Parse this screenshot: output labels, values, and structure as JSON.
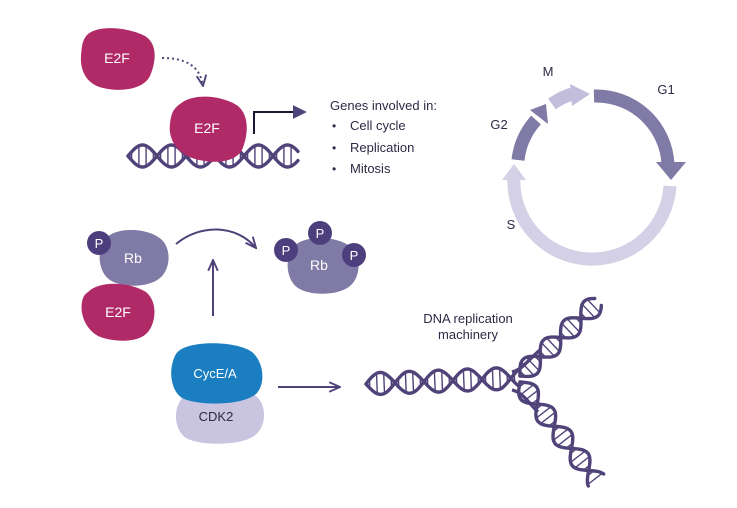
{
  "top": {
    "e2f_free": "E2F",
    "e2f_bound": "E2F",
    "genes_heading": "Genes involved in:",
    "genes": [
      "Cell cycle",
      "Replication",
      "Mitosis"
    ]
  },
  "cycle": {
    "phases": {
      "m": "M",
      "g1": "G1",
      "g2": "G2",
      "s": "S"
    }
  },
  "rb_complex": {
    "p": "P",
    "rb": "Rb",
    "e2f": "E2F"
  },
  "rb_phospho": {
    "p1": "P",
    "p2": "P",
    "p3": "P",
    "rb": "Rb"
  },
  "cdk": {
    "cyc": "CycE/A",
    "cdk2": "CDK2"
  },
  "dna": {
    "label_line1": "DNA replication",
    "label_line2": "machinery"
  },
  "colors": {
    "e2f": "#b02a68",
    "rb": "#7f7ba6",
    "phospho": "#4d3f7e",
    "dna": "#4f4379",
    "cyc": "#1b7ec0",
    "cdk2": "#c9c4df",
    "cycle_dark": "#7f7ba6",
    "cycle_mid": "#a9a4c6",
    "cycle_light": "#cfcbe3",
    "arrow": "#4f4379",
    "text": "#2d2a45"
  }
}
